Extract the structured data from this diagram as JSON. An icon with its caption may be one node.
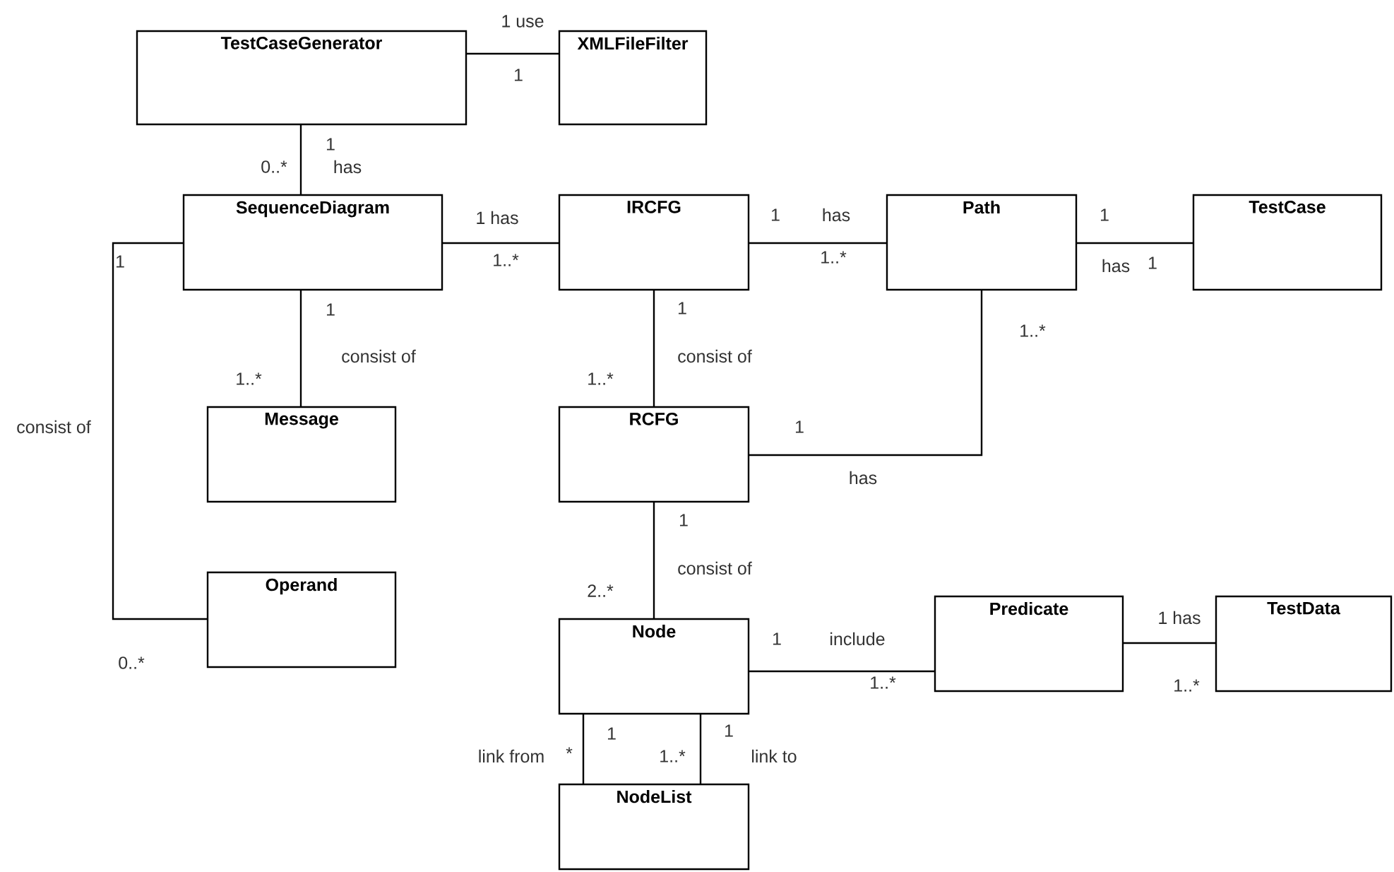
{
  "diagram": {
    "nodes": [
      {
        "text": [
          "TestCaseGenerator"
        ]
      },
      {
        "text": [
          "XMLFileFilter"
        ]
      },
      {
        "text": [
          "SequenceDiagram"
        ]
      },
      {
        "text": [
          "IRCFG"
        ]
      },
      {
        "text": [
          "Path"
        ]
      },
      {
        "text": [
          "TestCase"
        ]
      },
      {
        "text": [
          "Message"
        ]
      },
      {
        "text": [
          "RCFG"
        ]
      },
      {
        "text": [
          "Operand"
        ]
      },
      {
        "text": [
          "Node"
        ]
      },
      {
        "text": [
          "Predicate"
        ]
      },
      {
        "text": [
          "TestData"
        ]
      },
      {
        "text": [
          "NodeList"
        ]
      }
    ],
    "edges": [
      {
        "from": 0,
        "to": 1,
        "arrow": "none"
      },
      {
        "from": 0,
        "to": 2,
        "arrow": "none",
        "label": "has"
      },
      {
        "from": 2,
        "to": 3,
        "arrow": "none"
      },
      {
        "from": 3,
        "to": 4,
        "arrow": "none",
        "label": "has"
      },
      {
        "from": 4,
        "to": 5,
        "arrow": "none",
        "label": "has"
      },
      {
        "from": 2,
        "to": 6,
        "arrow": "none",
        "label": "consist of"
      },
      {
        "from": 3,
        "to": 7,
        "arrow": "none",
        "label": "consist of"
      },
      {
        "from": 7,
        "to": 4,
        "arrow": "none",
        "label": "has"
      },
      {
        "from": 2,
        "to": 8,
        "arrow": "none",
        "label": "consist of"
      },
      {
        "from": 7,
        "to": 9,
        "arrow": "none",
        "label": "consist of"
      },
      {
        "from": 9,
        "to": 10,
        "arrow": "none",
        "label": "include"
      },
      {
        "from": 10,
        "to": 11,
        "arrow": "none"
      },
      {
        "from": 9,
        "to": 12,
        "arrow": "none",
        "label": "link from"
      },
      {
        "from": 9,
        "to": 12,
        "arrow": "none",
        "label": "link to"
      }
    ],
    "labels": [
      "1 use",
      "1",
      "0..*",
      "1",
      "1 has",
      "1..*",
      "1",
      "1..*",
      "1",
      "1",
      "1",
      "1..*",
      "1",
      "1..*",
      "1..*",
      "1",
      "1",
      "0..*",
      "1",
      "2..*",
      "1",
      "1..*",
      "1 has",
      "1..*",
      "*",
      "1",
      "1..*",
      "1"
    ]
  }
}
